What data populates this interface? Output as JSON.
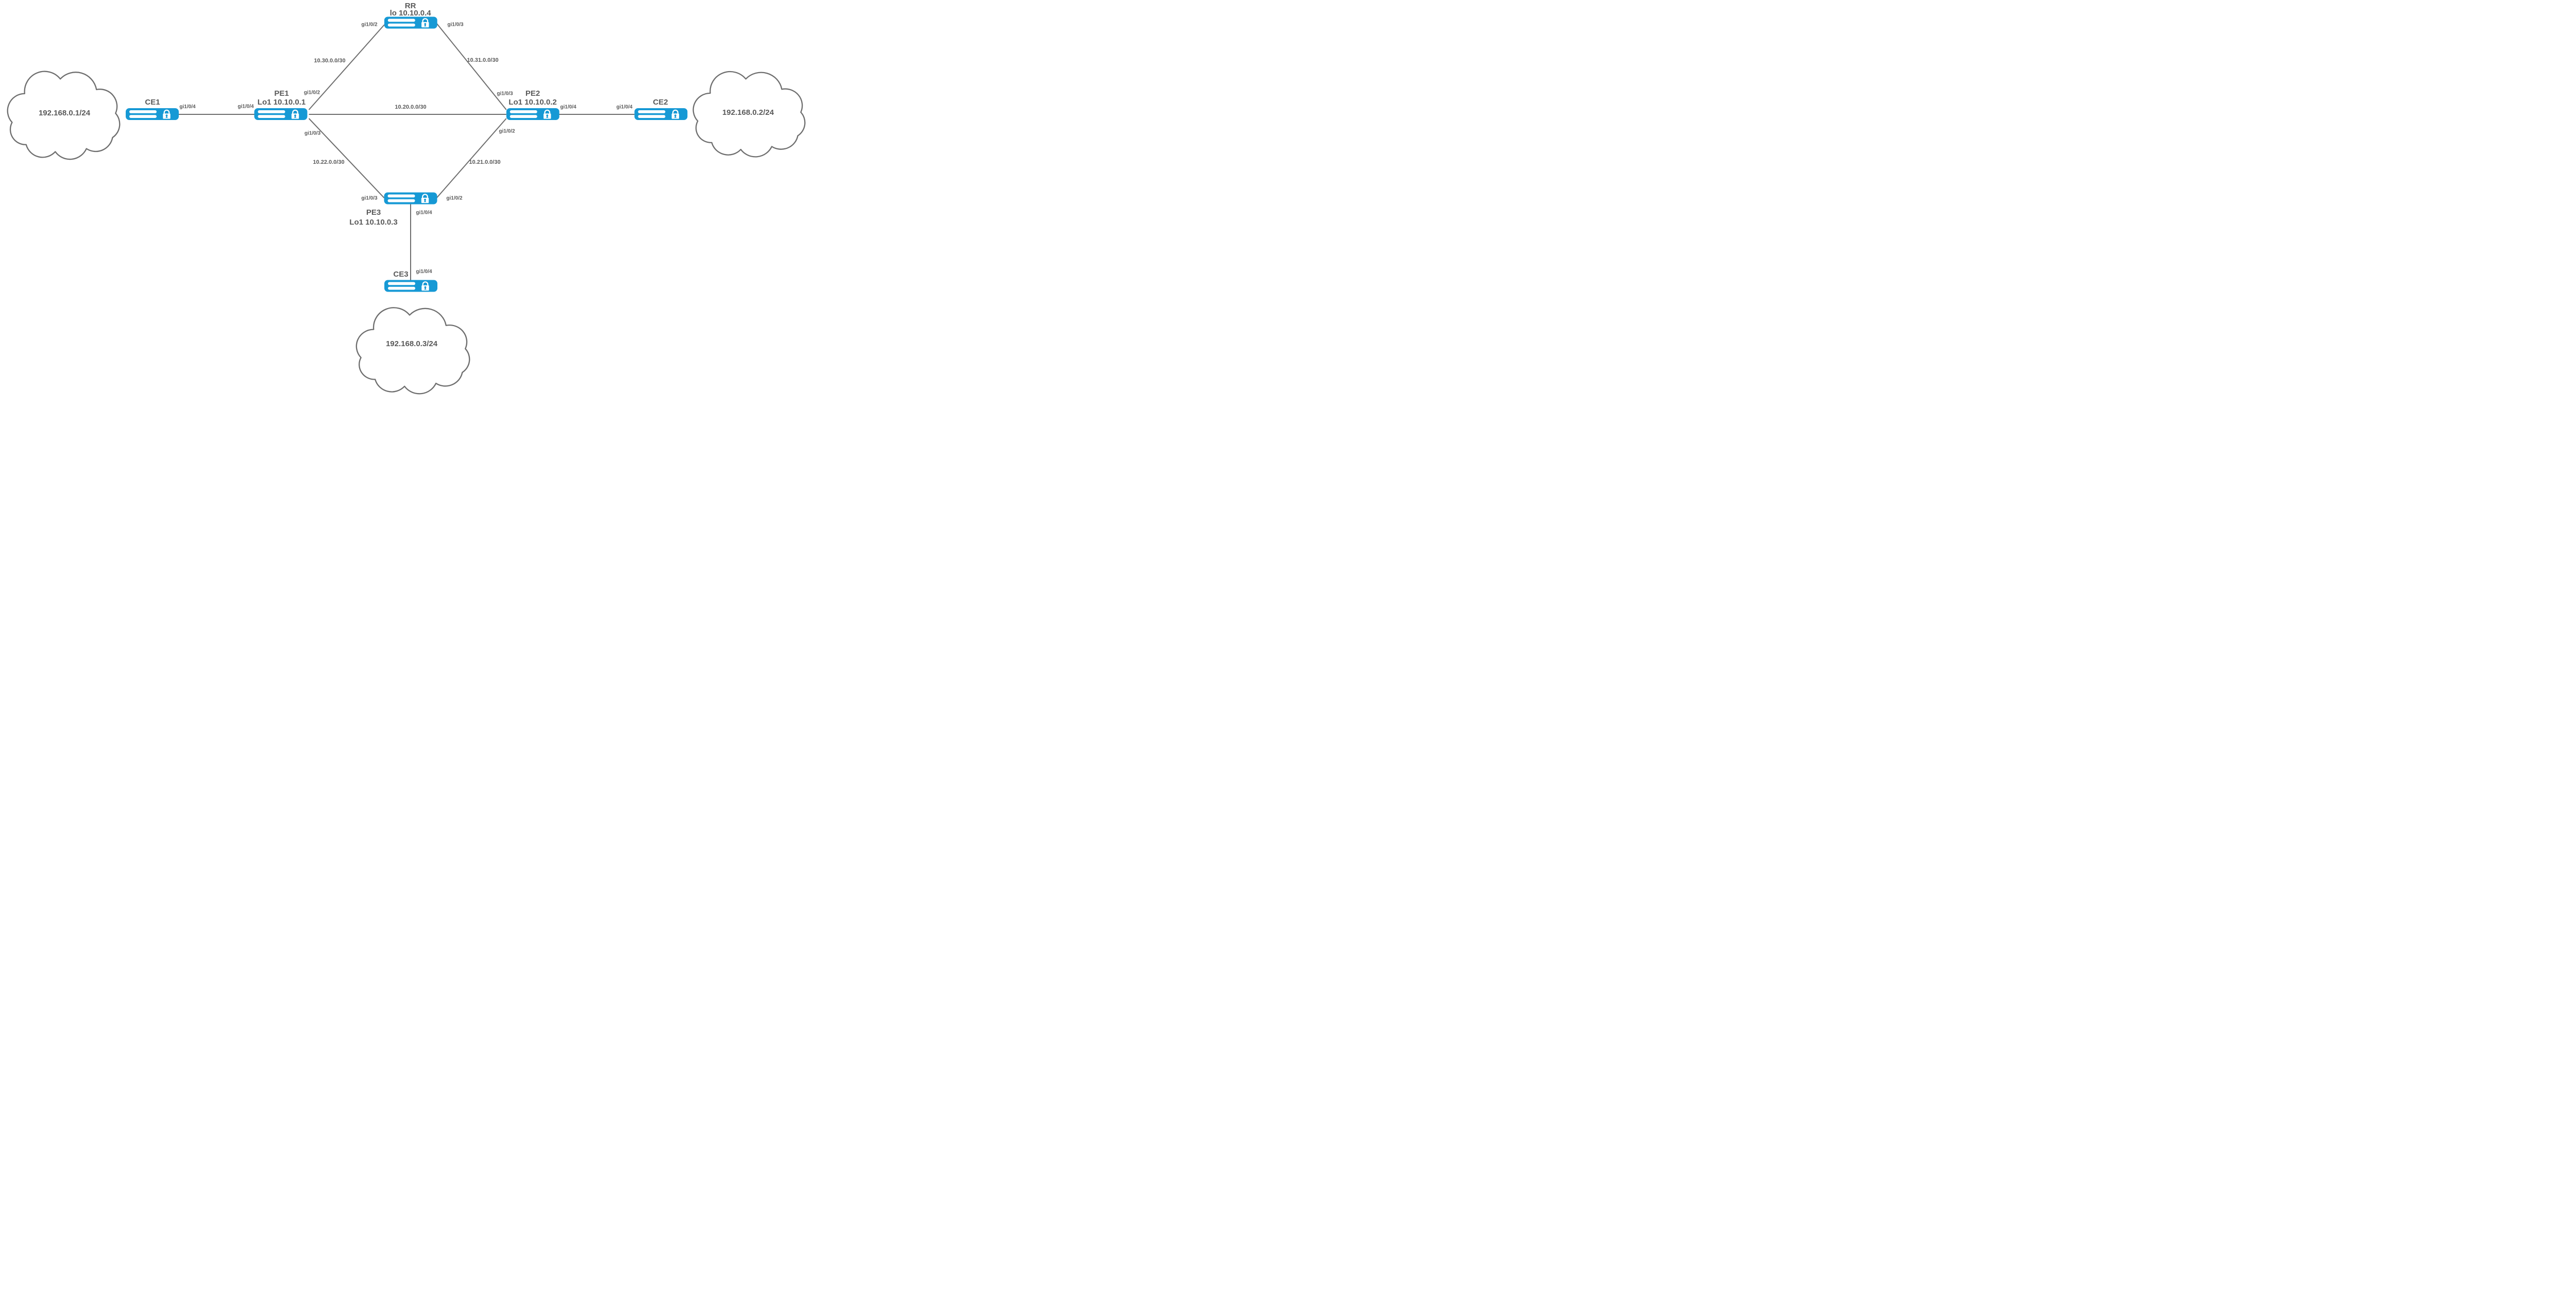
{
  "colors": {
    "router_blue": "#1699d5",
    "line_gray": "#6e6e6e",
    "text_gray": "#595959"
  },
  "icons": {
    "device_badge": "lock-icon",
    "device_type": "router-icon",
    "network": "cloud-icon"
  },
  "nodes": {
    "rr": {
      "title": "RR",
      "loopback": "lo 10.10.0.4"
    },
    "pe1": {
      "title": "PE1",
      "loopback": "Lo1 10.10.0.1"
    },
    "pe2": {
      "title": "PE2",
      "loopback": "Lo1 10.10.0.2"
    },
    "pe3": {
      "title": "PE3",
      "loopback": "Lo1 10.10.0.3"
    },
    "ce1": {
      "title": "CE1"
    },
    "ce2": {
      "title": "CE2"
    },
    "ce3": {
      "title": "CE3"
    }
  },
  "clouds": {
    "left": {
      "label": "192.168.0.1/24"
    },
    "right": {
      "label": "192.168.0.2/24"
    },
    "bottom": {
      "label": "192.168.0.3/24"
    }
  },
  "links": {
    "pe1_rr": {
      "subnet": "10.30.0.0/30",
      "if_pe1": "gi1/0/2",
      "if_rr": "gi1/0/2"
    },
    "rr_pe2": {
      "subnet": "10.31.0.0/30",
      "if_rr": "gi1/0/3",
      "if_pe2": "gi1/0/3"
    },
    "pe1_pe2": {
      "subnet": "10.20.0.0/30"
    },
    "pe1_pe3": {
      "subnet": "10.22.0.0/30",
      "if_pe1": "gi1/0/3",
      "if_pe3": "gi1/0/3"
    },
    "pe2_pe3": {
      "subnet": "10.21.0.0/30",
      "if_pe2": "gi1/0/2",
      "if_pe3": "gi1/0/2"
    },
    "ce1_pe1": {
      "if_ce1": "gi1/0/4",
      "if_pe1": "gi1/0/4"
    },
    "pe2_ce2": {
      "if_pe2": "gi1/0/4",
      "if_ce2": "gi1/0/4"
    },
    "pe3_ce3": {
      "if_pe3": "gi1/0/4",
      "if_ce3": "gi1/0/4"
    }
  }
}
